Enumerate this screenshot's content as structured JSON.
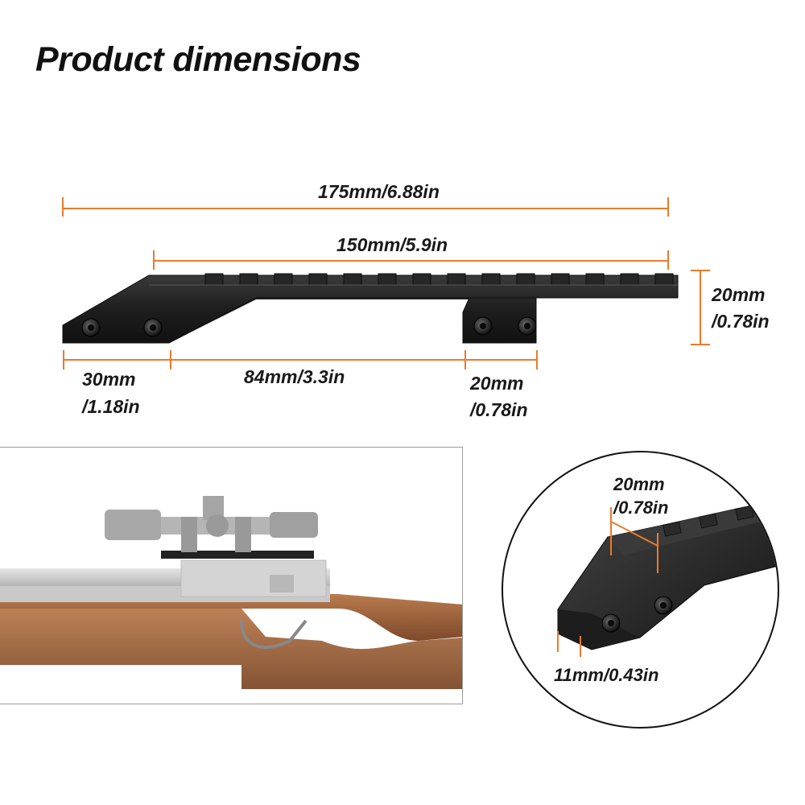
{
  "title": "Product dimensions",
  "dimensions": {
    "overall_length": "175mm/6.88in",
    "rail_length": "150mm/5.9in",
    "height_line1": "20mm",
    "height_line2": "/0.78in",
    "front_base_line1": "30mm",
    "front_base_line2": "/1.18in",
    "gap": "84mm/3.3in",
    "rear_base_line1": "20mm",
    "rear_base_line2": "/0.78in",
    "detail_width_line1": "20mm",
    "detail_width_line2": "/0.78in",
    "detail_depth": "11mm/0.43in"
  },
  "colors": {
    "dimension_line": "#ec7a2b",
    "rail": "#1c1c1c",
    "stock": "#9a5f3a"
  },
  "icons": {
    "screw": "hex-socket-screw-icon",
    "scope": "riflescope-icon"
  }
}
